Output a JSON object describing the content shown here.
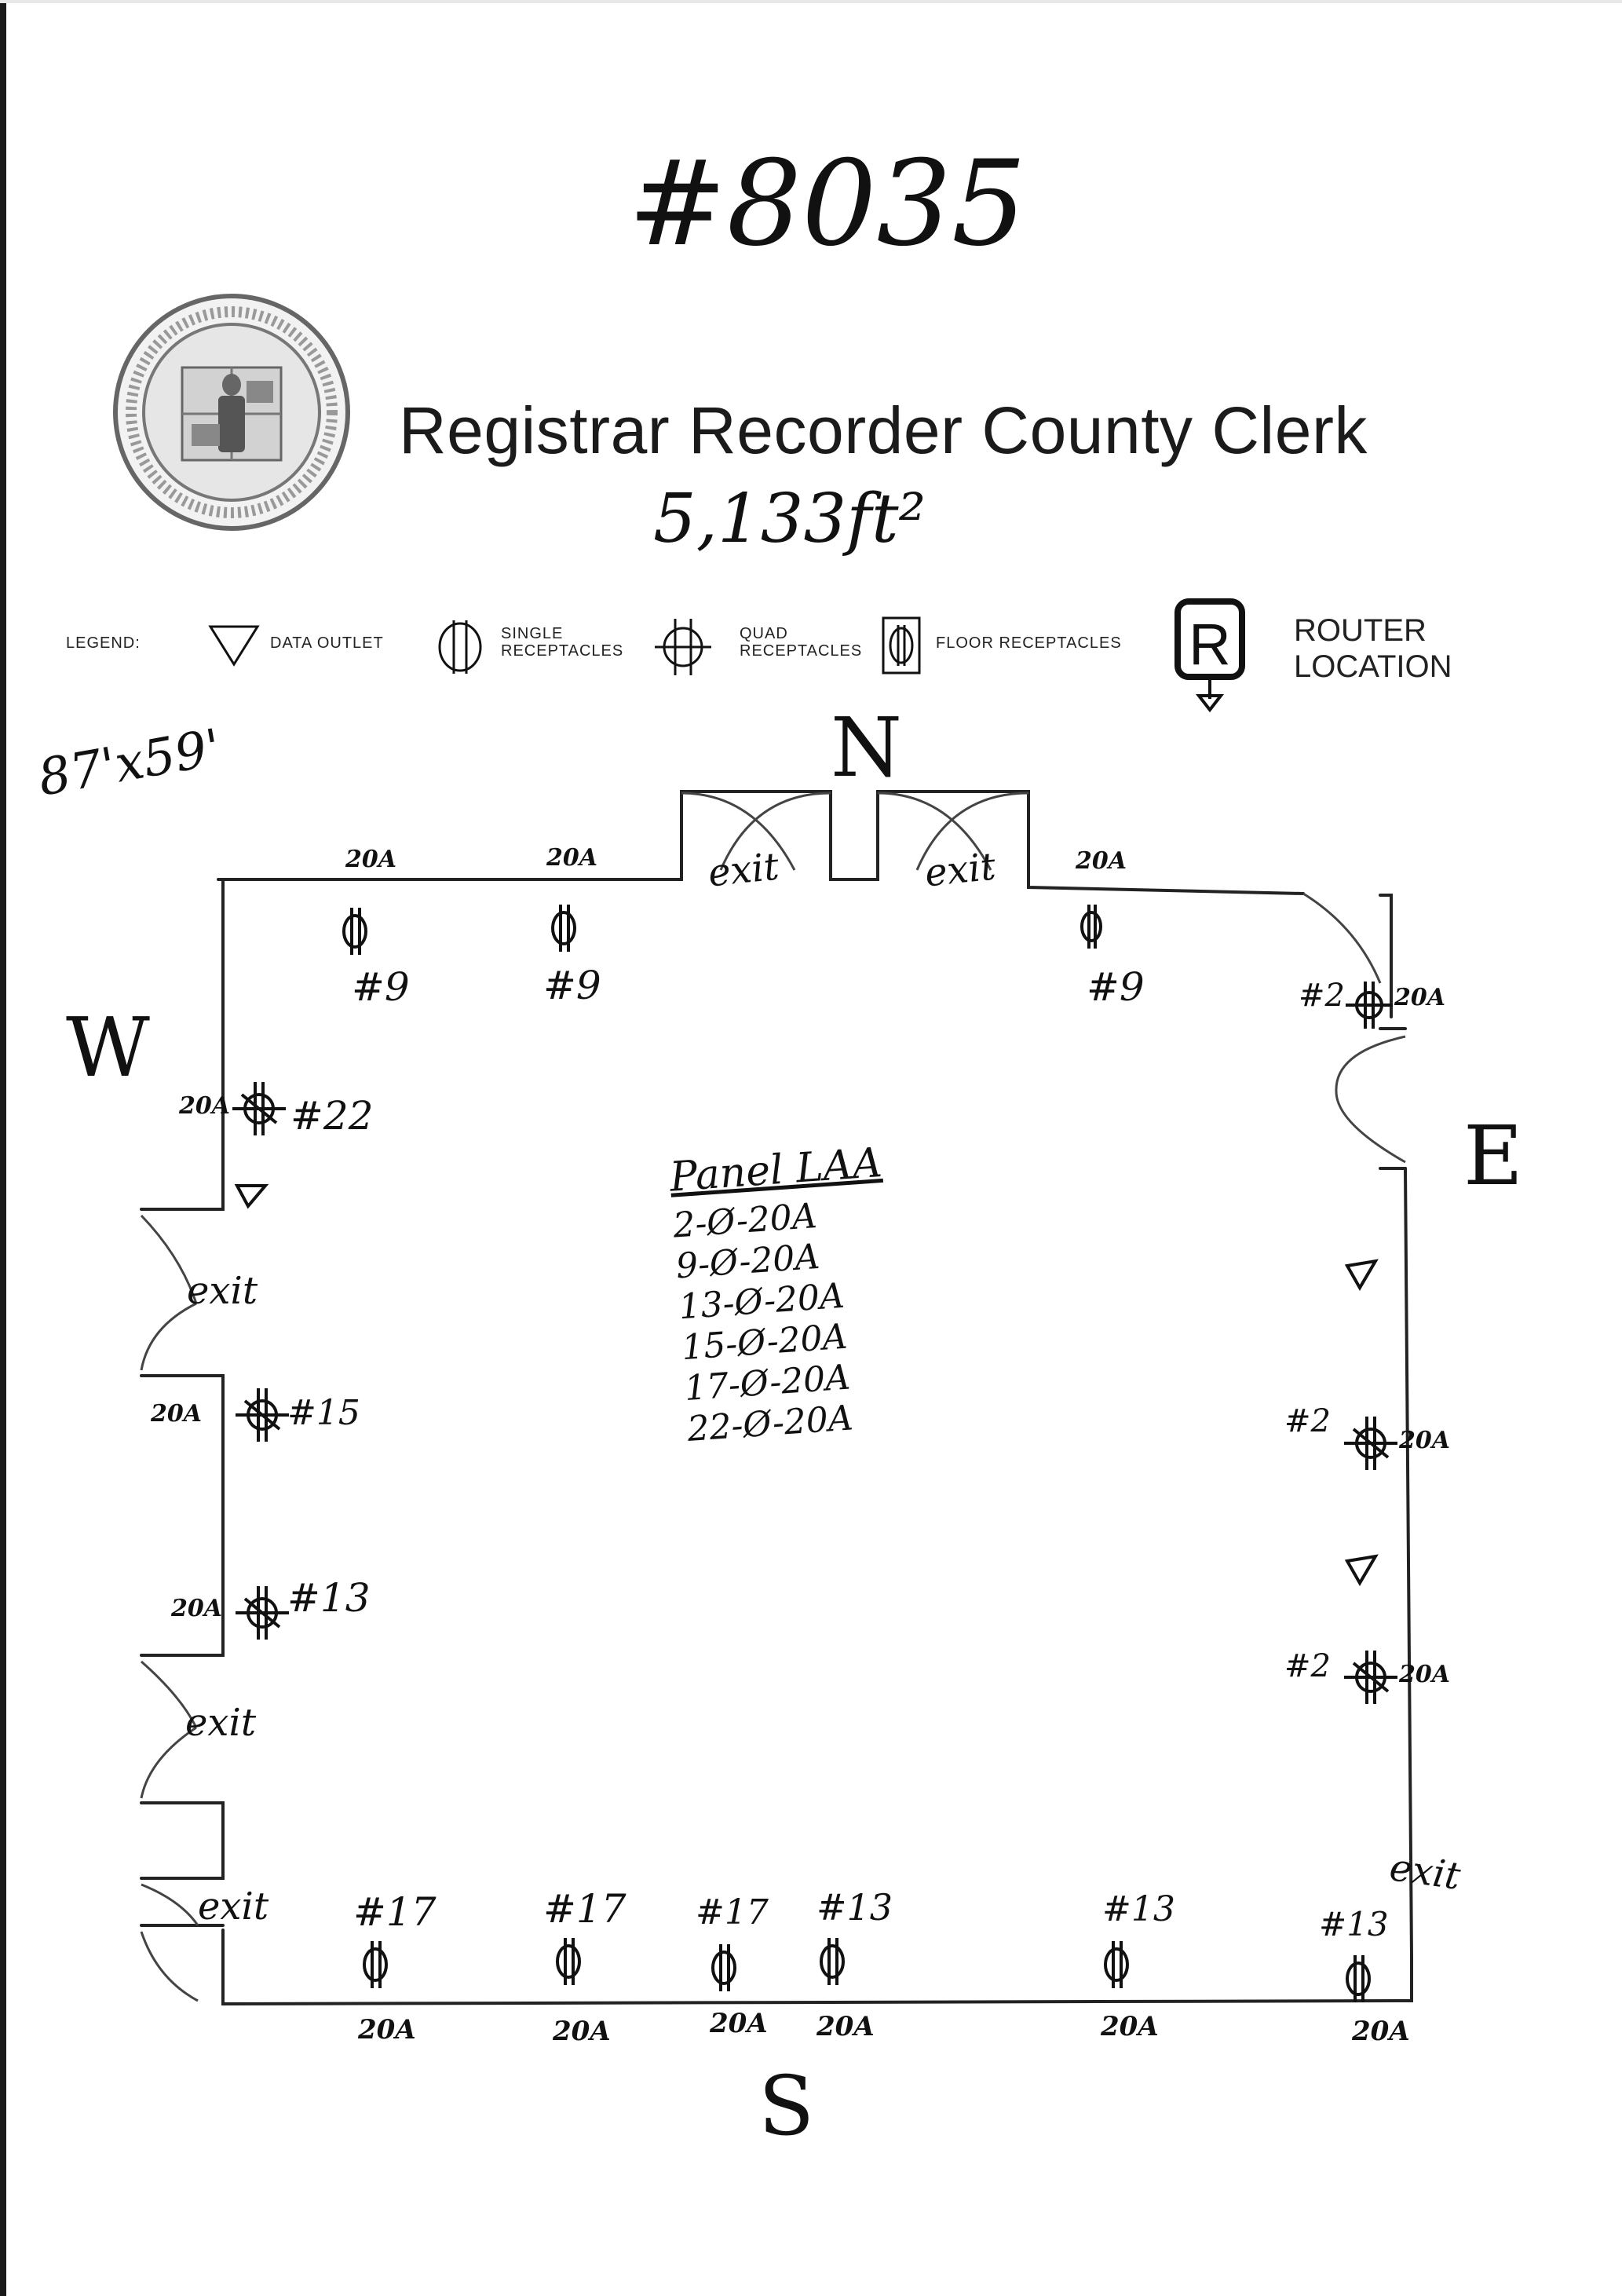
{
  "handwritten_title": "#8035",
  "org": {
    "name": "Registrar Recorder County Clerk"
  },
  "area": "5,133ft²",
  "dimensions": "87'x59'",
  "legend": {
    "label": "LEGEND:",
    "data_outlet": "DATA OUTLET",
    "single_1": "SINGLE",
    "single_2": "RECEPTACLES",
    "quad_1": "QUAD",
    "quad_2": "RECEPTACLES",
    "floor": "FLOOR RECEPTACLES",
    "router_1": "ROUTER",
    "router_2": "LOCATION",
    "router_symbol": "R"
  },
  "directions": {
    "north": "N",
    "south": "S",
    "east": "E",
    "west": "W"
  },
  "panel": {
    "title": "Panel LAA",
    "circuits": [
      "2-Ø-20A",
      "9-Ø-20A",
      "13-Ø-20A",
      "15-Ø-20A",
      "17-Ø-20A",
      "22-Ø-20A"
    ]
  },
  "exits": {
    "label": "exit"
  },
  "north_wall": {
    "amps": [
      "20A",
      "20A",
      "20A"
    ],
    "circuits": [
      "#9",
      "#9",
      "#9"
    ]
  },
  "east_wall": {
    "top": {
      "circuit": "#2",
      "amp": "20A"
    },
    "middle": {
      "circuit": "#2",
      "amp": "20A"
    },
    "lower": {
      "circuit": "#2",
      "amp": "20A"
    }
  },
  "west_wall": {
    "top": {
      "amp": "20A",
      "circuit": "#22"
    },
    "middle": {
      "amp": "20A",
      "circuit": "#15"
    },
    "lower": {
      "amp": "20A",
      "circuit": "#13"
    }
  },
  "south_wall": {
    "circuits": [
      "#17",
      "#17",
      "#17",
      "#13",
      "#13",
      "#13"
    ],
    "amps": [
      "20A",
      "20A",
      "20A",
      "20A",
      "20A",
      "20A"
    ]
  }
}
